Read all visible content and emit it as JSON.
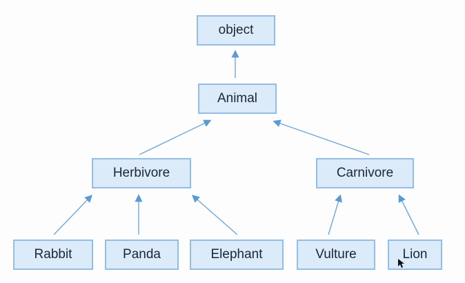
{
  "diagram": {
    "nodes": {
      "object": "object",
      "animal": "Animal",
      "herbivore": "Herbivore",
      "carnivore": "Carnivore",
      "rabbit": "Rabbit",
      "panda": "Panda",
      "elephant": "Elephant",
      "vulture": "Vulture",
      "lion": "Lion"
    },
    "edges": [
      {
        "from": "animal",
        "to": "object"
      },
      {
        "from": "herbivore",
        "to": "animal"
      },
      {
        "from": "carnivore",
        "to": "animal"
      },
      {
        "from": "rabbit",
        "to": "herbivore"
      },
      {
        "from": "panda",
        "to": "herbivore"
      },
      {
        "from": "elephant",
        "to": "herbivore"
      },
      {
        "from": "vulture",
        "to": "carnivore"
      },
      {
        "from": "lion",
        "to": "carnivore"
      }
    ],
    "colors": {
      "box_fill": "#dcebfa",
      "box_border": "#93bde6",
      "arrow": "#5b9bd5"
    }
  }
}
